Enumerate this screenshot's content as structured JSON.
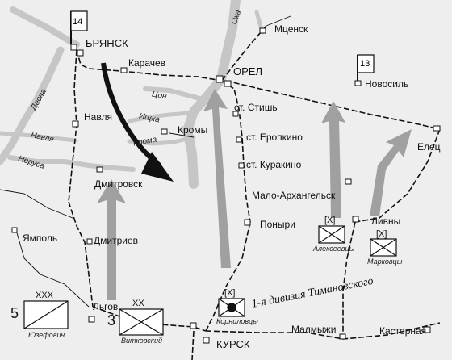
{
  "cities": {
    "bryansk": "БРЯНСК",
    "karachev": "Карачев",
    "orel": "ОРЕЛ",
    "mtsensk": "Мценск",
    "novosil": "Новосиль",
    "navlya": "Навля",
    "kromy": "Кромы",
    "stishch": "ст. Стишь",
    "eropkino": "ст. Еропкино",
    "kurakino": "ст. Куракино",
    "maloarkhangelsk": "Мало-Архангельск",
    "dmitrovsk": "Дмитровск",
    "yampol": "Ямполь",
    "dmitriev": "Дмитриев",
    "ponyri": "Поныри",
    "livny": "Ливны",
    "elets": "Елец",
    "lgov": "Льгов",
    "kursk": "КУРСК",
    "malmyzhi": "Малмыжи",
    "kastornaya": "Касторная"
  },
  "rivers": {
    "oka": "Ока",
    "desna": "Десна",
    "navlya": "Навля",
    "nerussa": "Неруса",
    "tson": "Цон",
    "ishchka": "Ищка",
    "kroma": "Крома"
  },
  "flags": {
    "bryansk_army": "14",
    "novosil_army": "13"
  },
  "units": {
    "yuzefovich": {
      "number": "5",
      "echelon": "XXX",
      "caption": "Юзефович"
    },
    "vitkovsky": {
      "number": "3",
      "echelon": "XX",
      "caption": "Витковский"
    },
    "kornilovtsy": {
      "echelon": "[X]",
      "caption": "Корниловцы"
    },
    "alekseevtsy": {
      "echelon": "[X]",
      "caption": "Алексеевцы"
    },
    "markovtsy": {
      "echelon": "[X]",
      "caption": "Марковцы"
    }
  },
  "division_label": "1-я дивизия Тимановского",
  "colors": {
    "background": "#eeeeee",
    "river": "#c4c4c4",
    "rail": "#111111",
    "attack_arrow": "#9a9a9a",
    "red_arrow": "#111111"
  }
}
